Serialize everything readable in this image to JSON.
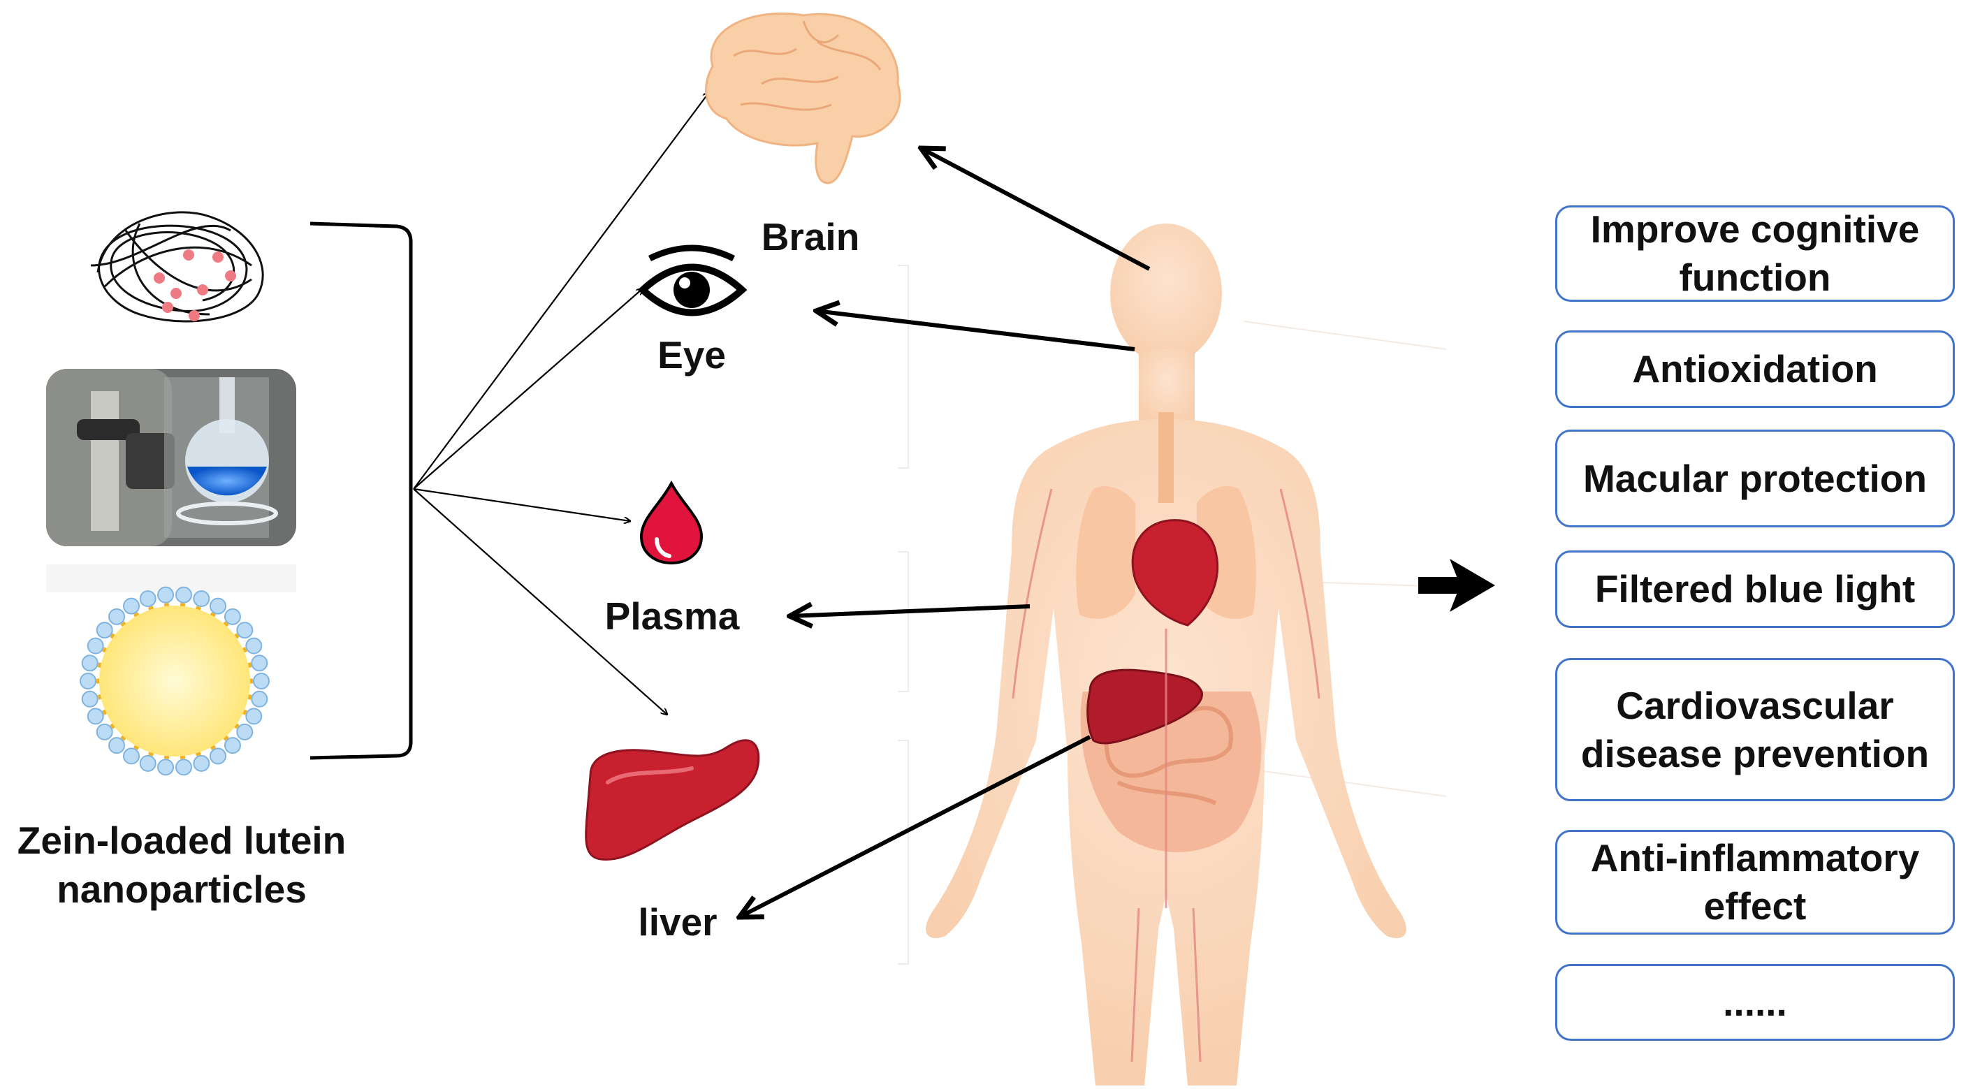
{
  "source": {
    "caption_line1": "Zein-loaded lutein",
    "caption_line2": "nanoparticles"
  },
  "organs": {
    "brain": "Brain",
    "eye": "Eye",
    "plasma": "Plasma",
    "liver": "liver"
  },
  "benefits": [
    "Improve cognitive function",
    "Antioxidation",
    "Macular protection",
    "Filtered blue light",
    "Cardiovascular disease prevention",
    "Anti-inflammatory effect",
    "......"
  ],
  "colors": {
    "box_border": "#3f74c9",
    "body_skin": "#fbd9c2",
    "organ_red": "#c8202f",
    "brain_tone": "#f6c49a"
  }
}
